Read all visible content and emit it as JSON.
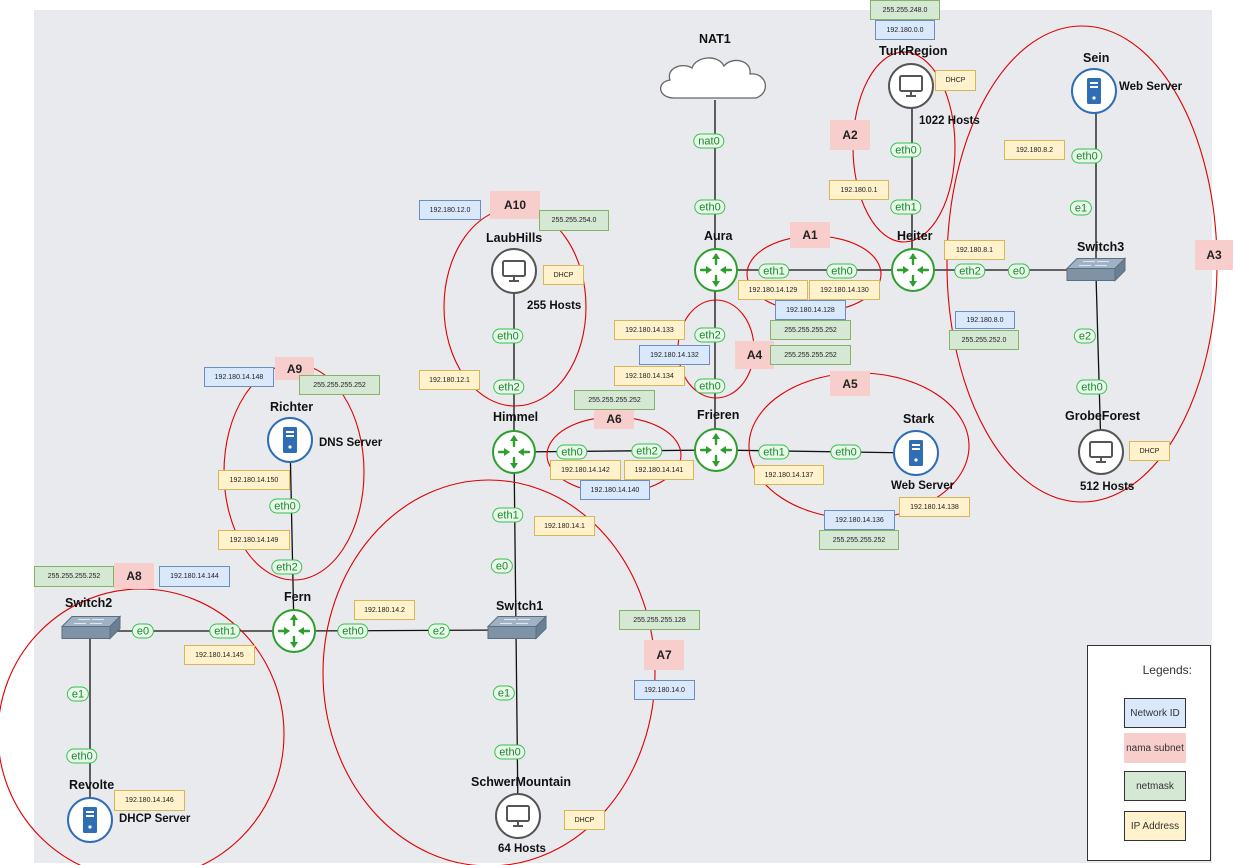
{
  "nodes": {
    "nat1": "NAT1",
    "turkregion": "TurkRegion",
    "sein": "Sein",
    "aura": "Aura",
    "heiter": "Heiter",
    "switch3": "Switch3",
    "laubhills": "LaubHills",
    "richter": "Richter",
    "himmel": "Himmel",
    "frieren": "Frieren",
    "stark": "Stark",
    "grobeforest": "GrobeForest",
    "switch2": "Switch2",
    "fern": "Fern",
    "switch1": "Switch1",
    "revolte": "Revolte",
    "schwermountain": "SchwerMountain"
  },
  "descriptions": {
    "turkregion_hosts": "1022 Hosts",
    "sein_role": "Web Server",
    "laubhills_hosts": "255 Hosts",
    "richter_role": "DNS Server",
    "stark_role": "Web Server",
    "grobeforest_hosts": "512 Hosts",
    "revolte_role": "DHCP Server",
    "schwermountain_hosts": "64 Hosts"
  },
  "interfaces": {
    "nat0": "nat0",
    "aura_eth0": "eth0",
    "aura_eth1": "eth1",
    "heiter_eth0_a1": "eth0",
    "turk_eth0": "eth0",
    "heiter_eth1": "eth1",
    "heiter_eth2": "eth2",
    "switch3_e0": "e0",
    "sein_eth0": "eth0",
    "switch3_e1": "e1",
    "switch3_e2": "e2",
    "grobe_eth0": "eth0",
    "aura_eth2": "eth2",
    "frieren_eth0": "eth0",
    "laub_eth0": "eth0",
    "himmel_eth2": "eth2",
    "himmel_eth0": "eth0",
    "frieren_eth2": "eth2",
    "frieren_eth1": "eth1",
    "stark_eth0": "eth0",
    "himmel_eth1": "eth1",
    "switch1_e0": "e0",
    "richter_eth0": "eth0",
    "fern_eth2": "eth2",
    "switch2_e0": "e0",
    "fern_eth1": "eth1",
    "fern_eth0": "eth0",
    "switch1_e2": "e2",
    "switch2_e1": "e1",
    "revolte_eth0": "eth0",
    "switch1_e1": "e1",
    "schwer_eth0": "eth0"
  },
  "subnets": {
    "a1": "A1",
    "a2": "A2",
    "a3": "A3",
    "a4": "A4",
    "a5": "A5",
    "a6": "A6",
    "a7": "A7",
    "a8": "A8",
    "a9": "A9",
    "a10": "A10"
  },
  "addresses": {
    "a2_mask": "255.255.248.0",
    "a2_nid": "192.180.0.0",
    "turk_dhcp": "DHCP",
    "a2_ip": "192.180.0.1",
    "sein_ip": "192.180.8.2",
    "a3_ip": "192.180.8.1",
    "a3_nid": "192.180.8.0",
    "a3_mask": "255.255.252.0",
    "a10_nid": "192.180.12.0",
    "a10_mask": "255.255.254.0",
    "laub_dhcp": "DHCP",
    "a10_ip": "192.180.12.1",
    "a1_ip_aura": "192.180.14.129",
    "a1_ip_heiter": "192.180.14.130",
    "a1_nid": "192.180.14.128",
    "a1_mask": "255.255.255.252",
    "a4_ip_aura": "192.180.14.133",
    "a4_nid": "192.180.14.132",
    "a4_ip_frieren": "192.180.14.134",
    "a4_mask": "255.255.255.252",
    "a9_nid": "192.180.14.148",
    "a9_mask": "255.255.255.252",
    "a6_mask": "255.255.255.252",
    "a6_ip_himmel": "192.180.14.142",
    "a6_ip_frieren": "192.180.14.141",
    "a6_nid": "192.180.14.140",
    "a5_ip_frieren": "192.180.14.137",
    "a5_nid": "192.180.14.136",
    "a5_ip_stark": "192.180.14.138",
    "a5_mask": "255.255.255.252",
    "richter_ip": "192.180.14.150",
    "a9_ip_fern": "192.180.14.149",
    "a7_ip_himmel": "192.180.14.1",
    "grobe_dhcp": "DHCP",
    "a8_mask": "255.255.255.252",
    "a8_nid": "192.180.14.144",
    "a7_ip_fern": "192.180.14.2",
    "a7_mask": "255.255.255.128",
    "a8_ip_fern": "192.180.14.145",
    "a7_nid": "192.180.14.0",
    "revolte_ip": "192.180.14.146",
    "schwer_dhcp": "DHCP"
  },
  "legend": {
    "title": "Legends:",
    "network_id": "Network ID",
    "subnet_name": "nama subnet",
    "netmask": "netmask",
    "ip_address": "IP Address"
  },
  "colors": {
    "network_id": "#dae8fc",
    "subnet_name": "#f8cecc",
    "netmask": "#d5e8d4",
    "ip_address": "#fff2cc",
    "subnet_ellipse": "#e00000",
    "router": "#2e9e2e",
    "server": "#2f6db5"
  },
  "icons": {
    "router": "router-icon",
    "pc": "monitor-icon",
    "server": "server-icon",
    "switch": "switch-icon",
    "cloud": "cloud-icon"
  }
}
